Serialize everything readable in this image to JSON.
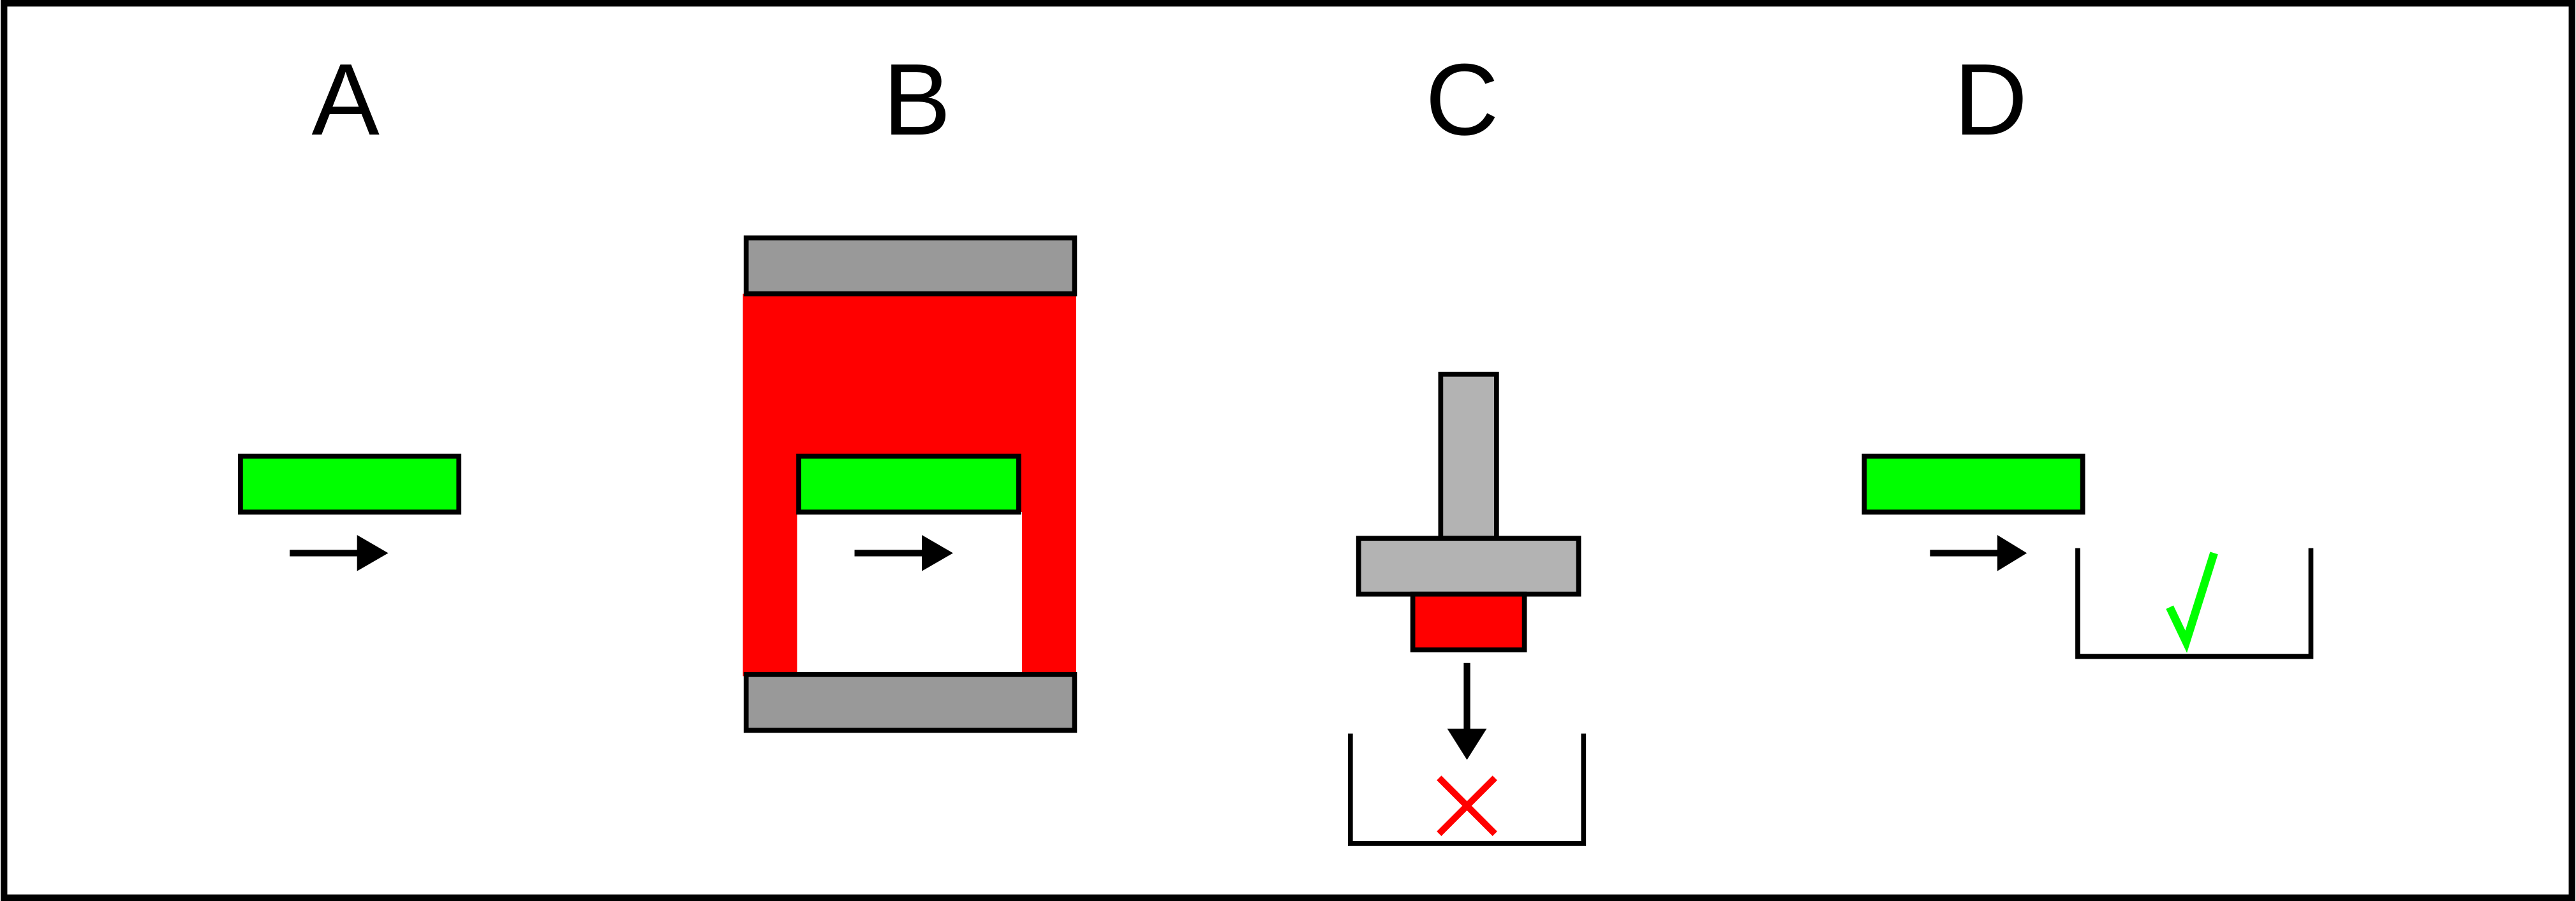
{
  "panels": [
    {
      "label": "A"
    },
    {
      "label": "B"
    },
    {
      "label": "C"
    },
    {
      "label": "D"
    }
  ],
  "colors": {
    "green": "#00ff00",
    "red": "#ff0000",
    "grey_dark": "#999999",
    "grey_light": "#b3b3b3",
    "stroke": "#000000"
  }
}
